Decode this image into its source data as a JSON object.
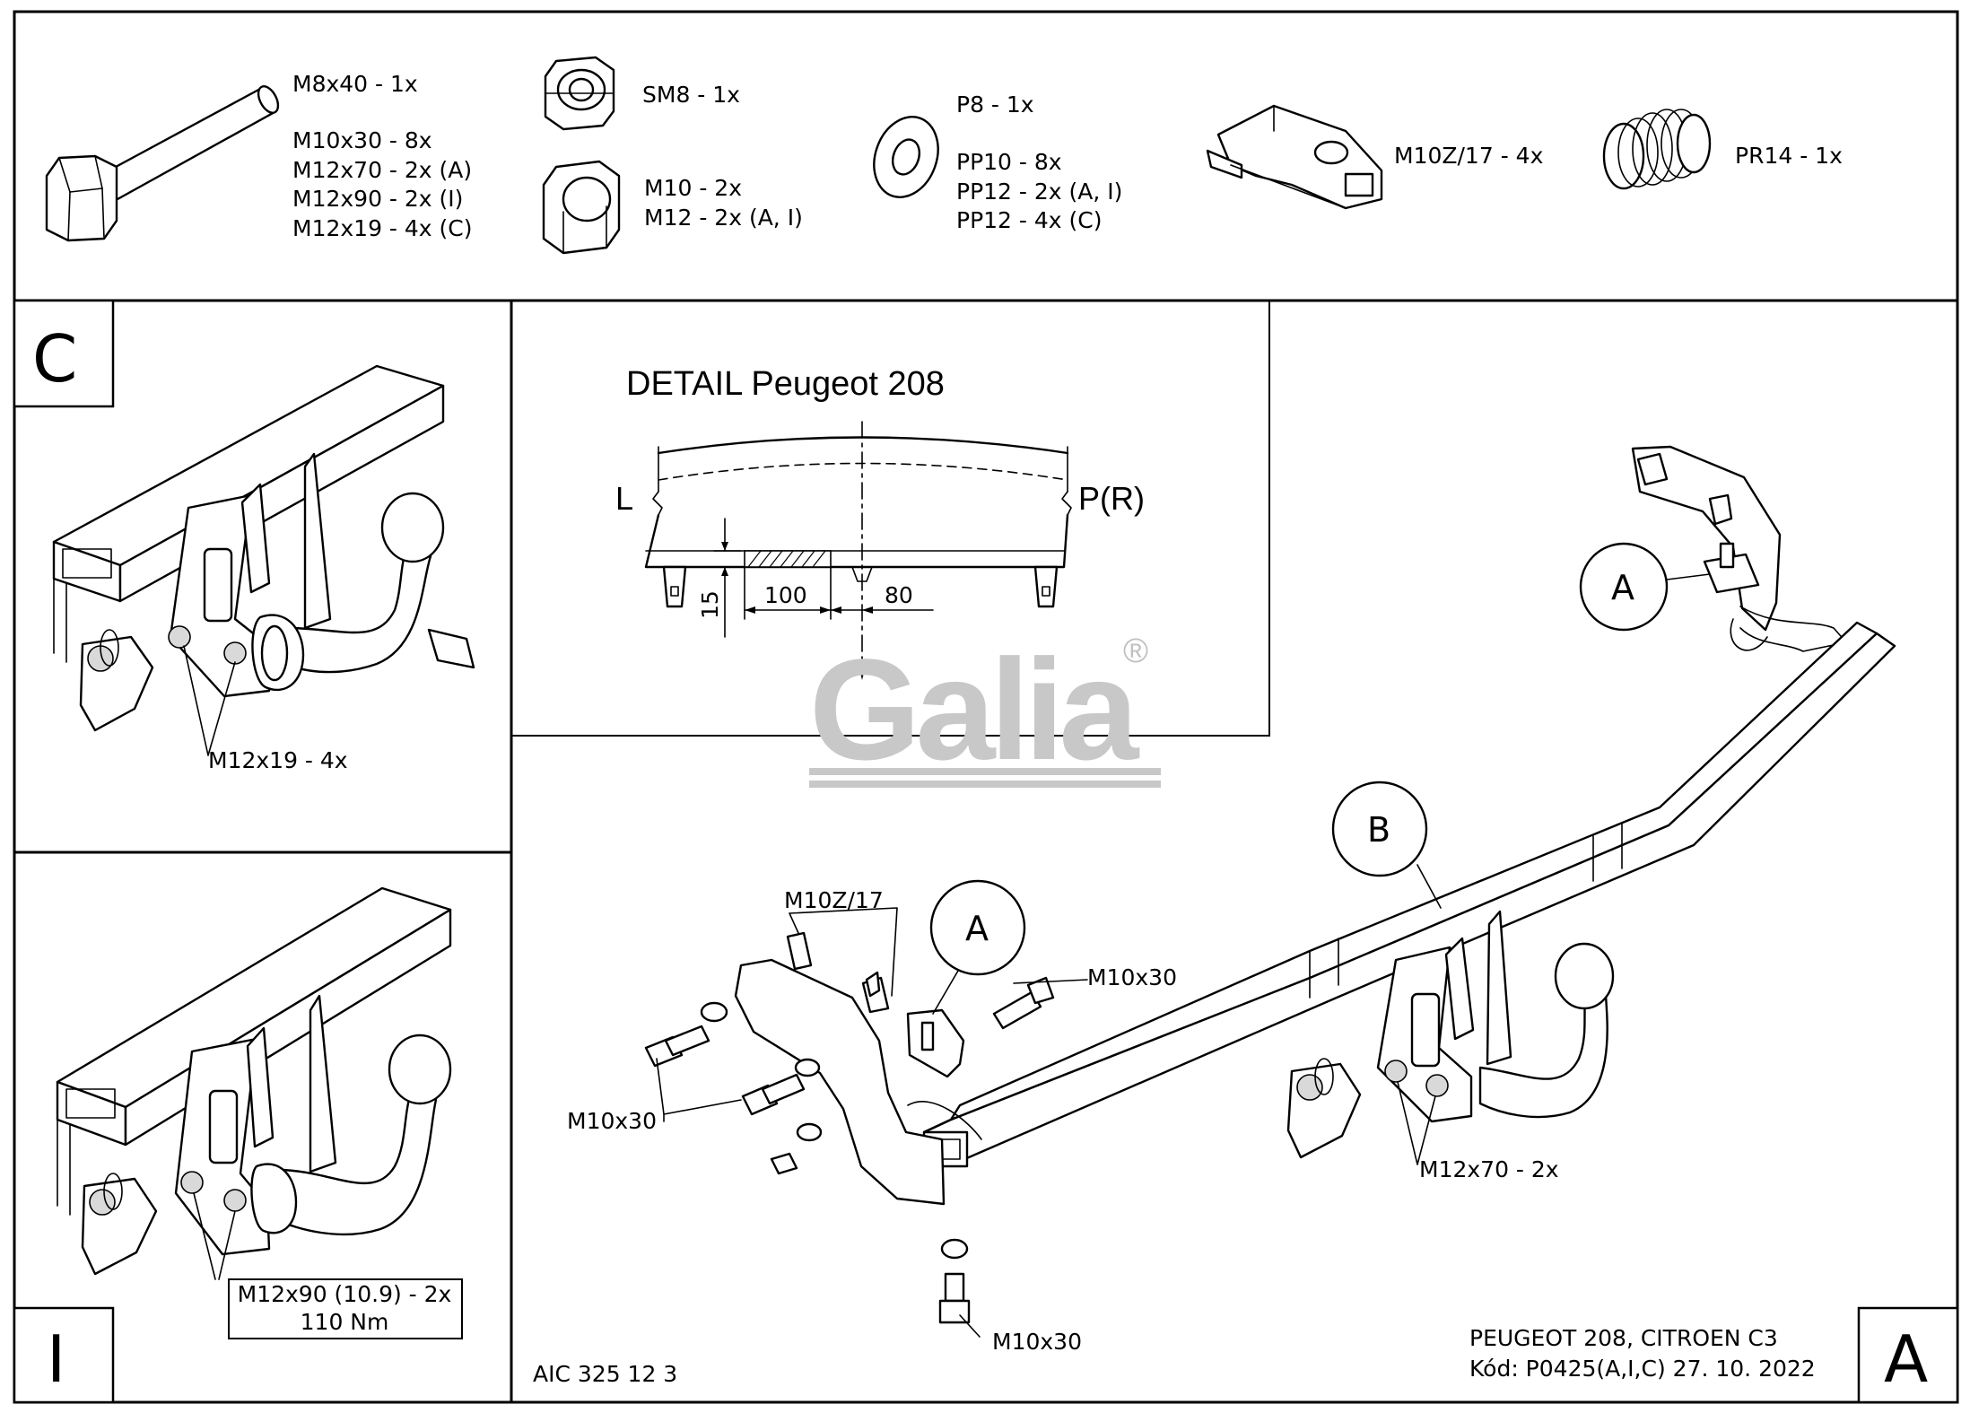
{
  "parts": {
    "bolt_label_1": "M8x40 - 1x",
    "bolt_label_2": "M10x30 - 8x",
    "bolt_label_3": "M12x70 - 2x (A)",
    "bolt_label_4": "M12x90 - 2x (I)",
    "bolt_label_5": "M12x19 - 4x (C)",
    "locknut_label": "SM8 - 1x",
    "nut_label_1": "M10 - 2x",
    "nut_label_2": "M12 - 2x (A, I)",
    "washer_label_1": "P8 - 1x",
    "washer_label_2": "PP10 - 8x",
    "washer_label_3": "PP12 - 2x (A, I)",
    "washer_label_4": "PP12 - 4x (C)",
    "cage_nut_label": "M10Z/17 - 4x",
    "spring_label": "PR14 - 1x"
  },
  "panel_c": {
    "letter": "C",
    "callout": "M12x19 - 4x"
  },
  "panel_i": {
    "letter": "I",
    "callout_line1": "M12x90 (10.9) - 2x",
    "callout_line2": "110 Nm"
  },
  "detail": {
    "title": "DETAIL  Peugeot 208",
    "left": "L",
    "right": "P(R)",
    "dim_100": "100",
    "dim_80": "80",
    "dim_15": "15"
  },
  "watermark": {
    "text": "Galia",
    "reg": "®"
  },
  "main": {
    "bubble_a_top": "A",
    "bubble_b": "B",
    "bubble_a_low": "A",
    "cage_callout": "M10Z/17",
    "bolt_callout_1": "M10x30",
    "bolt_callout_2": "M10x30",
    "bolt_callout_3": "M10x30",
    "ball_callout": "M12x70 - 2x"
  },
  "footer": {
    "drawing_code": "AIC 325 12 3",
    "vehicle": "PEUGEOT 208, CITROEN C3",
    "code_date": "Kód: P0425(A,I,C)  27. 10. 2022",
    "letter": "A"
  }
}
